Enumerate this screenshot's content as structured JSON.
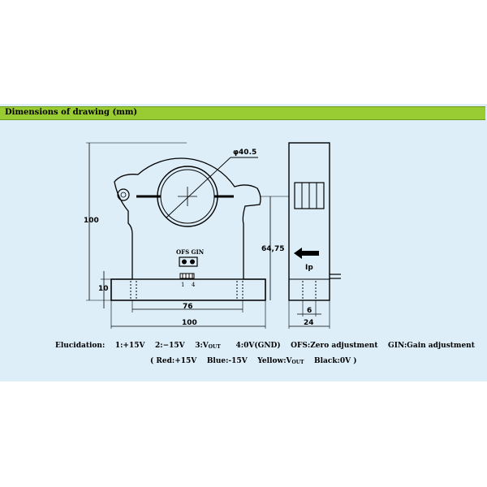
{
  "header": {
    "title": "Dimensions of drawing (mm)"
  },
  "drawing": {
    "dimensions": {
      "diameter": "φ40.5",
      "height": "100",
      "foot_height": "10",
      "center_height": "64,75",
      "hole_spacing": "76",
      "width": "100",
      "offset": "6",
      "depth": "24"
    },
    "labels": {
      "ofs_gin": "OFS GIN",
      "pin_1": "1",
      "pin_4": "4",
      "current_arrow": "Ip"
    }
  },
  "legend": {
    "prefix": "Elucidation:",
    "pin1": "1:+15V",
    "pin2": "2:−15V",
    "pin3_prefix": "3:V",
    "pin3_sub": "OUT",
    "pin4": "4:0V(GND)",
    "ofs": "OFS:Zero adjustment",
    "gin": "GIN:Gain adjustment"
  },
  "colors": {
    "open": "( Red:+15V",
    "blue": "Blue:-15V",
    "yellow_prefix": "Yellow:V",
    "yellow_sub": "OUT",
    "black": "Black:0V )"
  },
  "theme": {
    "panel_bg": "#ddeef8",
    "header_bg": "#99cc33",
    "line": "#000000"
  }
}
